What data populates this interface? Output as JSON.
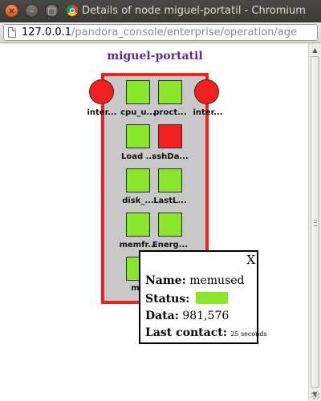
{
  "window": {
    "title": "Details of node miguel-portatil - Chromium",
    "close_glyph": "×",
    "min_glyph": "–",
    "max_glyph": "□"
  },
  "address": {
    "host": "127.0.0.1",
    "path": "/pandora_console/enterprise/operation/age"
  },
  "node": {
    "title": "miguel-portatil",
    "border_color": "#f41f1f",
    "interfaces": [
      {
        "label": "inter...",
        "color": "#f41f1f"
      },
      {
        "label": "inter...",
        "color": "#f41f1f"
      }
    ],
    "modules": [
      {
        "label": "cpu_u...",
        "status": "green"
      },
      {
        "label": "proct...",
        "status": "green"
      },
      {
        "label": "Load ...",
        "status": "green"
      },
      {
        "label": "sshDa...",
        "status": "red"
      },
      {
        "label": "disk_...",
        "status": "green"
      },
      {
        "label": "LastL...",
        "status": "green"
      },
      {
        "label": "memfr...",
        "status": "green"
      },
      {
        "label": "Energ...",
        "status": "green"
      },
      {
        "label": "me",
        "status": "green"
      }
    ]
  },
  "tooltip": {
    "close_label": "X",
    "name_label": "Name:",
    "name_value": "memused",
    "status_label": "Status:",
    "status_color": "#8ae62b",
    "data_label": "Data:",
    "data_value": "981,576",
    "contact_label": "Last contact:",
    "contact_value": "25 seconds"
  },
  "colors": {
    "ok": "#8ae62b",
    "critical": "#f41f1f",
    "node_title": "#5b2c8f"
  }
}
